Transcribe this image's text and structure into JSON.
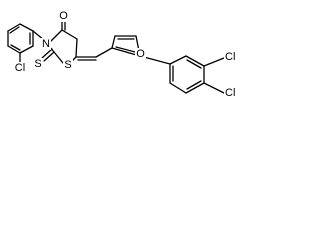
{
  "structure": {
    "atom_labels": {
      "chlorine_phenyl": "Cl",
      "chlorine_aryl_1": "Cl",
      "chlorine_aryl_2": "Cl",
      "nitrogen": "N",
      "thione_sulfur": "S",
      "ring_sulfur": "S",
      "carbonyl_oxygen": "O",
      "furan_oxygen": "O"
    },
    "colors": {
      "bond": "#000000",
      "label": "#000000",
      "background": "#ffffff"
    }
  }
}
